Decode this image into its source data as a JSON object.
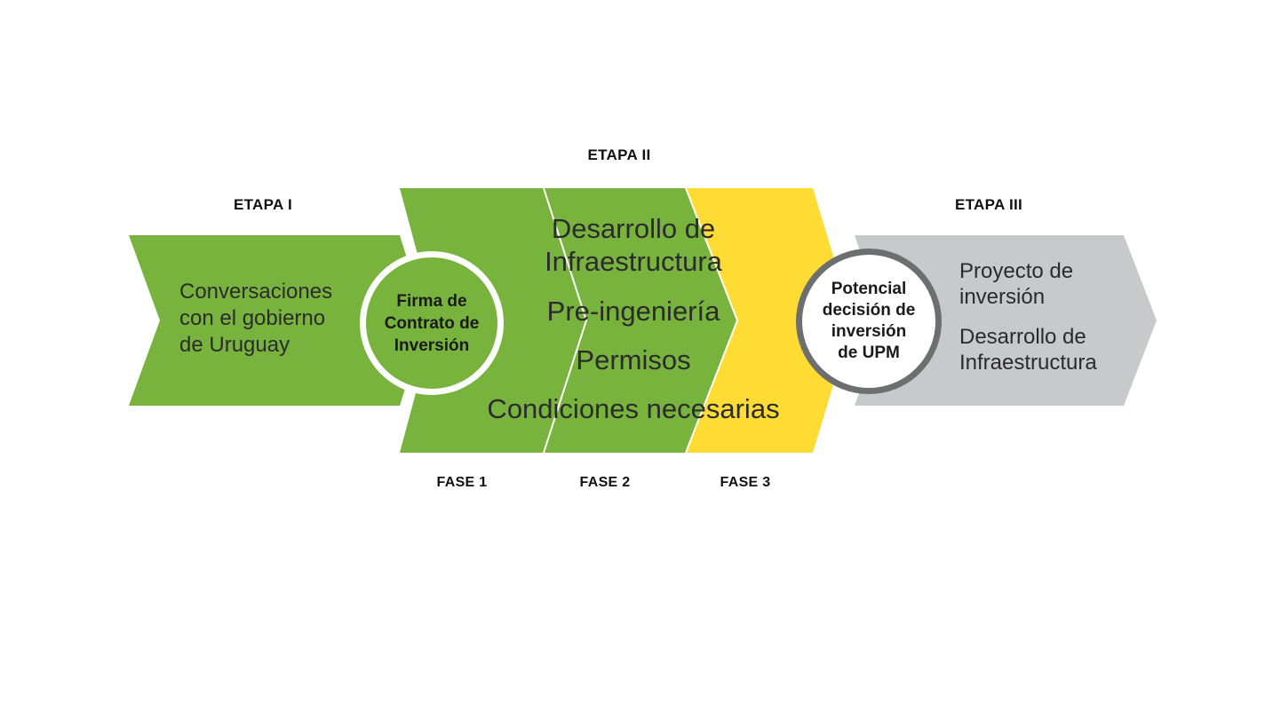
{
  "colors": {
    "green": "#78b33e",
    "yellow": "#fedc34",
    "gray": "#c8c9cb",
    "circle_dark_border": "#6d6e70",
    "text": "#2b2b2b"
  },
  "stages": {
    "etapa1": "ETAPA I",
    "etapa2": "ETAPA II",
    "etapa3": "ETAPA III"
  },
  "phases": {
    "fase1": "FASE 1",
    "fase2": "FASE 2",
    "fase3": "FASE 3"
  },
  "etapa1_text": [
    "Conversaciones",
    "con el gobierno",
    "de Uruguay"
  ],
  "circle1_text": [
    "Firma de",
    "Contrato de",
    "Inversión"
  ],
  "etapa2_items": [
    "Desarrollo de",
    "Infraestructura",
    "Pre-ingeniería",
    "Permisos",
    "Condiciones necesarias"
  ],
  "circle2_text": [
    "Potencial",
    "decisión de",
    "inversión",
    "de UPM"
  ],
  "etapa3_items": [
    "Proyecto de",
    "inversión",
    "Desarrollo de",
    "Infraestructura"
  ]
}
